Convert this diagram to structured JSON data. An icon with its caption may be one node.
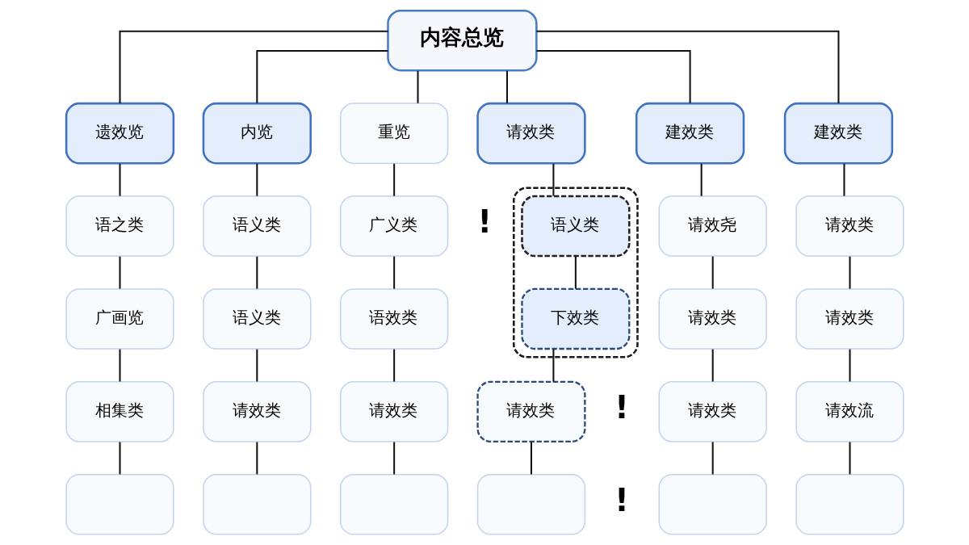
{
  "diagram": {
    "nodes": [
      {
        "text": [
          "内容总览"
        ]
      },
      {
        "text": [
          "遗效览"
        ]
      },
      {
        "text": [
          "内览"
        ]
      },
      {
        "text": [
          "重览"
        ]
      },
      {
        "text": [
          "请效类"
        ]
      },
      {
        "text": [
          "建效类"
        ]
      },
      {
        "text": [
          "建效类"
        ]
      },
      {
        "text": [
          "语之类"
        ]
      },
      {
        "text": [
          "语义类"
        ]
      },
      {
        "text": [
          "广义类"
        ]
      },
      {
        "text": [],
        "shape": "box"
      },
      {
        "text": [
          "语义类"
        ],
        "in": 10,
        "beside": [
          "!"
        ]
      },
      {
        "text": [
          "请效尧"
        ]
      },
      {
        "text": [
          "请效类"
        ]
      },
      {
        "text": [
          "广画览"
        ]
      },
      {
        "text": [
          "语义类"
        ]
      },
      {
        "text": [
          "语效类"
        ]
      },
      {
        "text": [
          "下效类"
        ],
        "in": 10
      },
      {
        "text": [
          "请效类"
        ]
      },
      {
        "text": [
          "请效类"
        ]
      },
      {
        "text": [
          "相集类"
        ]
      },
      {
        "text": [
          "请效类"
        ]
      },
      {
        "text": [
          "请效类"
        ]
      },
      {
        "text": [
          "请效类"
        ],
        "beside": [
          "!"
        ]
      },
      {
        "text": [
          "请效类"
        ]
      },
      {
        "text": [
          "请效流"
        ]
      },
      {
        "text": [],
        "shape": "box"
      },
      {
        "text": [],
        "shape": "box"
      },
      {
        "text": [],
        "shape": "box"
      },
      {
        "text": [],
        "shape": "box",
        "beside": [
          "!"
        ]
      },
      {
        "text": [],
        "shape": "box"
      },
      {
        "text": [],
        "shape": "box"
      }
    ],
    "edges": [
      {
        "from": 0,
        "to": 1,
        "arrow": "none"
      },
      {
        "from": 0,
        "to": 2,
        "arrow": "none"
      },
      {
        "from": 0,
        "to": 3,
        "arrow": "none"
      },
      {
        "from": 0,
        "to": 4,
        "arrow": "none"
      },
      {
        "from": 0,
        "to": 5,
        "arrow": "none"
      },
      {
        "from": 0,
        "to": 6,
        "arrow": "none"
      },
      {
        "from": 1,
        "to": 7,
        "arrow": "none"
      },
      {
        "from": 2,
        "to": 8,
        "arrow": "none"
      },
      {
        "from": 3,
        "to": 9,
        "arrow": "none"
      },
      {
        "from": 4,
        "to": 11,
        "arrow": "none"
      },
      {
        "from": 5,
        "to": 12,
        "arrow": "none"
      },
      {
        "from": 6,
        "to": 13,
        "arrow": "none"
      },
      {
        "from": 7,
        "to": 14,
        "arrow": "none"
      },
      {
        "from": 8,
        "to": 15,
        "arrow": "none"
      },
      {
        "from": 9,
        "to": 16,
        "arrow": "none"
      },
      {
        "from": 11,
        "to": 17,
        "arrow": "none"
      },
      {
        "from": 12,
        "to": 18,
        "arrow": "none"
      },
      {
        "from": 13,
        "to": 19,
        "arrow": "none"
      },
      {
        "from": 14,
        "to": 20,
        "arrow": "none"
      },
      {
        "from": 15,
        "to": 21,
        "arrow": "none"
      },
      {
        "from": 16,
        "to": 22,
        "arrow": "none"
      },
      {
        "from": 17,
        "to": 23,
        "arrow": "none"
      },
      {
        "from": 18,
        "to": 24,
        "arrow": "none"
      },
      {
        "from": 19,
        "to": 25,
        "arrow": "none"
      },
      {
        "from": 20,
        "to": 26,
        "arrow": "none"
      },
      {
        "from": 21,
        "to": 27,
        "arrow": "none"
      },
      {
        "from": 22,
        "to": 28,
        "arrow": "none"
      },
      {
        "from": 23,
        "to": 29,
        "arrow": "none"
      },
      {
        "from": 24,
        "to": 30,
        "arrow": "none"
      },
      {
        "from": 25,
        "to": 31,
        "arrow": "none"
      }
    ]
  }
}
